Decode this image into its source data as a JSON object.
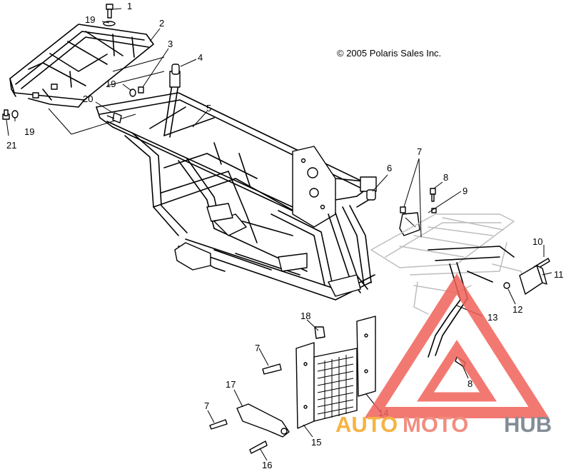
{
  "copyright": "© 2005 Polaris Sales Inc.",
  "watermark": {
    "part1": "AUTO",
    "part2": "MOTO",
    "part3": "HUB",
    "color1": "#f5a623",
    "color2": "#f07a6a",
    "color3": "#6e7a85",
    "logo_color": "#f0625a"
  },
  "callouts": {
    "c1": "1",
    "c2": "2",
    "c3": "3",
    "c4": "4",
    "c5": "5",
    "c6": "6",
    "c7a": "7",
    "c7b": "7",
    "c7c": "7",
    "c8a": "8",
    "c8b": "8",
    "c9": "9",
    "c10": "10",
    "c11": "11",
    "c12": "12",
    "c13": "13",
    "c14": "14",
    "c15": "15",
    "c16": "16",
    "c17": "17",
    "c18": "18",
    "c19a": "19",
    "c19b": "19",
    "c19c": "19",
    "c20": "20",
    "c21": "21"
  }
}
